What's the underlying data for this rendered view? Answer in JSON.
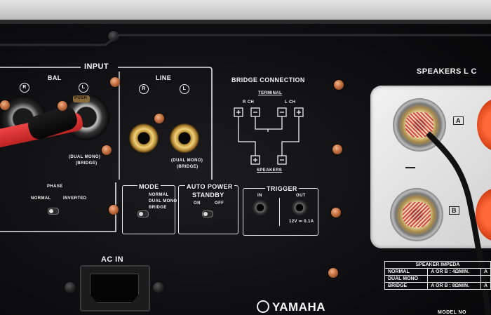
{
  "panel": {
    "input_label": "INPUT",
    "bal_label": "BAL",
    "line_label": "LINE",
    "r_mark": "R",
    "l_mark": "L",
    "push_label": "PUSH",
    "bal_dual_mono": "(DUAL MONO)",
    "bal_bridge": "(BRIDGE)",
    "line_dual_mono": "(DUAL MONO)",
    "line_bridge": "(BRIDGE)",
    "phase_label": "PHASE",
    "phase_normal": "NORMAL",
    "phase_inverted": "INVERTED",
    "mode_label": "MODE",
    "mode_normal": "NORMAL",
    "mode_dual_mono": "DUAL MONO",
    "mode_bridge": "BRIDGE",
    "auto_power_label": "AUTO POWER",
    "standby_label": "STANDBY",
    "on_label": "ON",
    "off_label": "OFF",
    "trigger_label": "TRIGGER",
    "trigger_in": "IN",
    "trigger_out": "OUT",
    "trigger_spec": "12V ⎓ 0.1A",
    "ac_in_label": "AC IN",
    "brand": "YAMAHA"
  },
  "bridge": {
    "title": "BRIDGE CONNECTION",
    "terminal_label": "TERMINAL",
    "r_ch": "R CH",
    "l_ch": "L CH",
    "speakers_label": "SPEAKERS"
  },
  "speakers": {
    "title": "SPEAKERS L C",
    "terminal_a": "A",
    "terminal_b": "B",
    "impedance_title": "SPEAKER IMPEDA",
    "rows": [
      {
        "mode": "NORMAL",
        "spec": "A OR B : 4ΩMIN.",
        "extra": "A"
      },
      {
        "mode": "DUAL MONO",
        "spec": "",
        "extra": ""
      },
      {
        "mode": "BRIDGE",
        "spec": "A OR B : 8ΩMIN.",
        "extra": "A"
      }
    ],
    "model_label": "MODEL NO"
  }
}
